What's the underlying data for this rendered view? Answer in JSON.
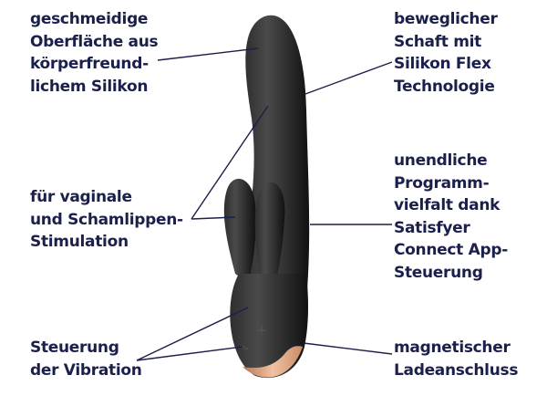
{
  "labels": {
    "surface": [
      "geschmeidige",
      "Oberfläche aus",
      "körperfreund-",
      "lichem Silikon"
    ],
    "stimulation": [
      "für vaginale",
      "und Schamlippen-",
      "Stimulation"
    ],
    "control": [
      "Steuerung",
      "der Vibration"
    ],
    "shaft": [
      "beweglicher",
      "Schaft mit",
      "Silikon Flex",
      "Technologie"
    ],
    "app": [
      "unendliche",
      "Programm-",
      "vielfalt dank",
      "Satisfyer",
      "Connect App-",
      "Steuerung"
    ],
    "charging": [
      "magnetischer",
      "Ladeanschluss"
    ]
  },
  "colors": {
    "text": "#1b1f4b",
    "body": "#1e1e1e",
    "copper": "#d9a07c"
  }
}
